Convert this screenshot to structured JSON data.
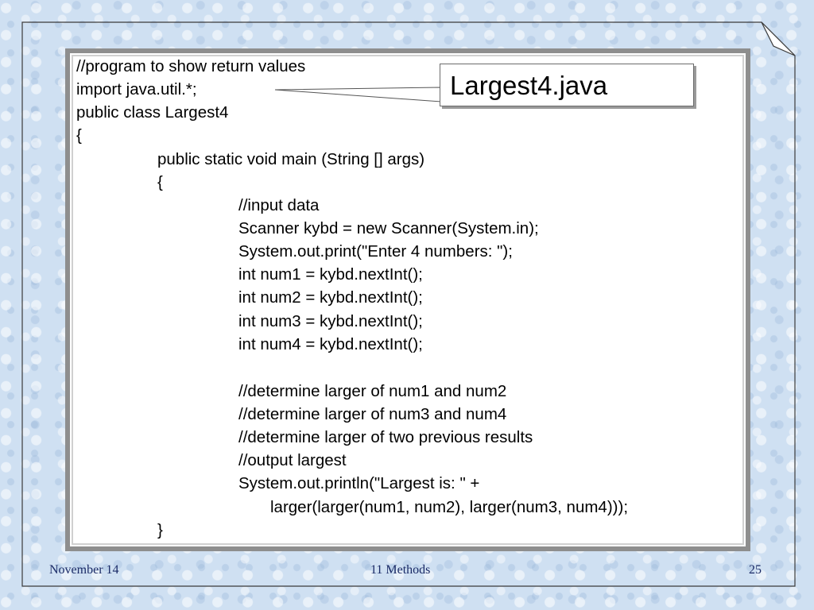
{
  "slide": {
    "code_lines": [
      "//program to show return values",
      "import java.util.*;",
      "public class Largest4",
      "{",
      "public static void main (String [] args)",
      "{",
      "//input data",
      "Scanner kybd = new Scanner(System.in);",
      "System.out.print(\"Enter 4 numbers: \");",
      "int num1 = kybd.nextInt();",
      "int num2 = kybd.nextInt();",
      "int num3 = kybd.nextInt();",
      "int num4 = kybd.nextInt();",
      "//determine larger of num1 and num2",
      "//determine larger of num3 and num4",
      "//determine larger of two previous results",
      "//output largest",
      "System.out.println(\"Largest is: \" +",
      "larger(larger(num1, num2), larger(num3, num4)));",
      "}"
    ],
    "callout_label": "Largest4.java"
  },
  "footer": {
    "date": "November 14",
    "title": "11 Methods",
    "page_number": "25"
  },
  "colors": {
    "background": "#cfe0f2",
    "panel_border": "#8e8e8e",
    "footer_text": "#1a2a66"
  }
}
